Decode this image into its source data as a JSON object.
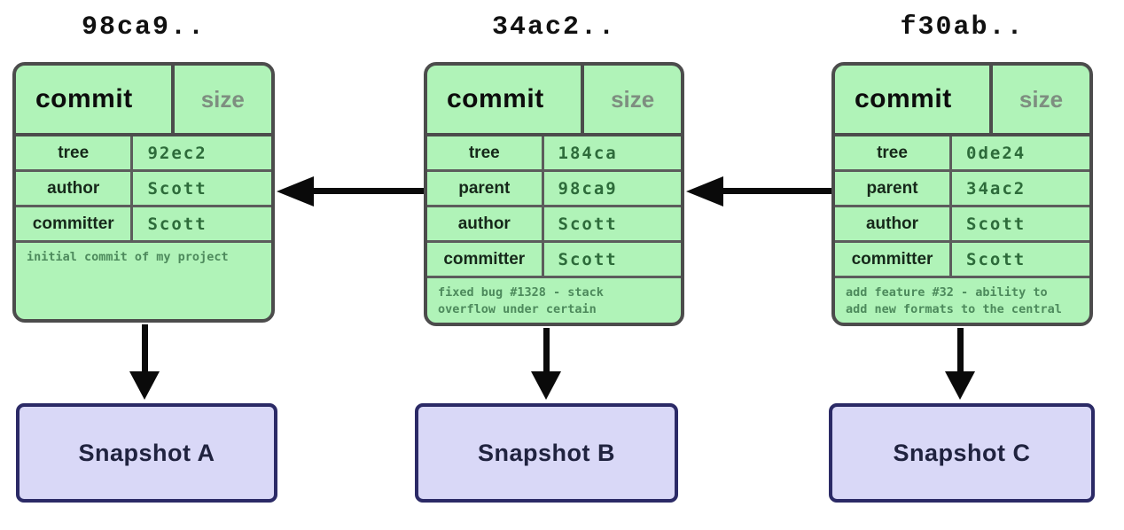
{
  "commits": [
    {
      "title": "98ca9..",
      "type_label": "commit",
      "size_label": "size",
      "rows": [
        {
          "label": "tree",
          "value": "92ec2"
        },
        {
          "label": "author",
          "value": "Scott"
        },
        {
          "label": "committer",
          "value": "Scott"
        }
      ],
      "message_lines": [
        "initial commit of my project"
      ]
    },
    {
      "title": "34ac2..",
      "type_label": "commit",
      "size_label": "size",
      "rows": [
        {
          "label": "tree",
          "value": "184ca"
        },
        {
          "label": "parent",
          "value": "98ca9"
        },
        {
          "label": "author",
          "value": "Scott"
        },
        {
          "label": "committer",
          "value": "Scott"
        }
      ],
      "message_lines": [
        "fixed bug #1328 - stack",
        "overflow under certain"
      ]
    },
    {
      "title": "f30ab..",
      "type_label": "commit",
      "size_label": "size",
      "rows": [
        {
          "label": "tree",
          "value": "0de24"
        },
        {
          "label": "parent",
          "value": "34ac2"
        },
        {
          "label": "author",
          "value": "Scott"
        },
        {
          "label": "committer",
          "value": "Scott"
        }
      ],
      "message_lines": [
        "add feature #32 - ability to",
        "add new formats to the central"
      ]
    }
  ],
  "snapshots": [
    {
      "label": "Snapshot A"
    },
    {
      "label": "Snapshot B"
    },
    {
      "label": "Snapshot C"
    }
  ],
  "colors": {
    "commit_fill": "#b0f3b8",
    "commit_border": "#4c4c4c",
    "row_divider": "#5c5c5c",
    "value_text": "#2d6b3a",
    "message_text": "#4d8a5c",
    "size_text": "#7e8e80",
    "snapshot_fill": "#d9d8f7",
    "snapshot_border": "#2b2a66",
    "snapshot_text": "#20233f",
    "arrow": "#0a0a0a"
  }
}
